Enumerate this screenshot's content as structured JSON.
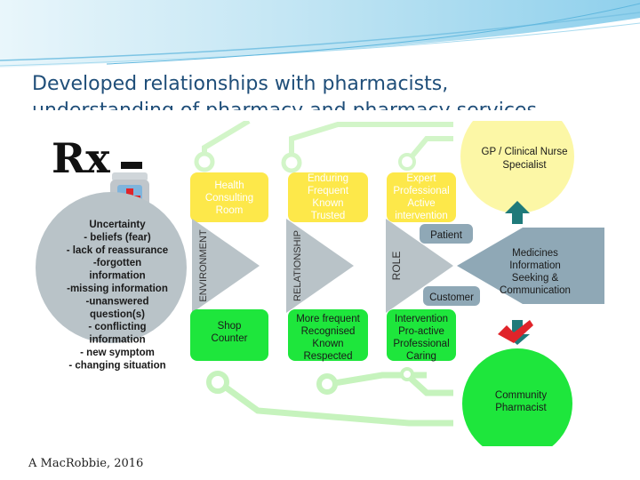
{
  "slide": {
    "title_line1": "Developed relationships with pharmacists,",
    "title_line2": "understanding of pharmacy and pharmacy services",
    "footer": "A MacRobbie, 2016"
  },
  "diagram": {
    "rx_symbol": "Rx",
    "uncertainty_lines": [
      "Uncertainty",
      "- beliefs (fear)",
      "- lack of reassurance",
      "-forgotten",
      "information",
      "-missing information",
      "-unanswered",
      "question(s)",
      "- conflicting",
      "information",
      "- new symptom",
      "- changing situation"
    ],
    "top_boxes": [
      [
        "Health",
        "Consulting",
        "Room"
      ],
      [
        "Enduring",
        "Frequent",
        "Known",
        "Trusted"
      ],
      [
        "Expert",
        "Professional",
        "Active",
        "intervention"
      ]
    ],
    "bottom_boxes": [
      [
        "Shop",
        "Counter"
      ],
      [
        "More frequent",
        "Recognised",
        "Known",
        "Respected"
      ],
      [
        "Intervention",
        "Pro-active",
        "Professional",
        "Caring"
      ]
    ],
    "arrow_labels": [
      "ENVIRONMENT",
      "RELATIONSHIP",
      "ROLE"
    ],
    "patient_label": "Patient",
    "customer_label": "Customer",
    "gp_lines": [
      "GP / Clinical Nurse",
      "Specialist"
    ],
    "medicines_lines": [
      "Medicines",
      "Information",
      "Seeking &",
      "Communication"
    ],
    "community_lines": [
      "Community",
      "Pharmacist"
    ],
    "colors": {
      "yellow": "#fde84a",
      "green": "#1ee63c",
      "grey": "#b9c3c8",
      "steel": "#8fa8b6",
      "gp_circle": "#fcf7a6",
      "teal_arrow": "#1f7a7a",
      "red_tick": "#e0242a"
    }
  }
}
